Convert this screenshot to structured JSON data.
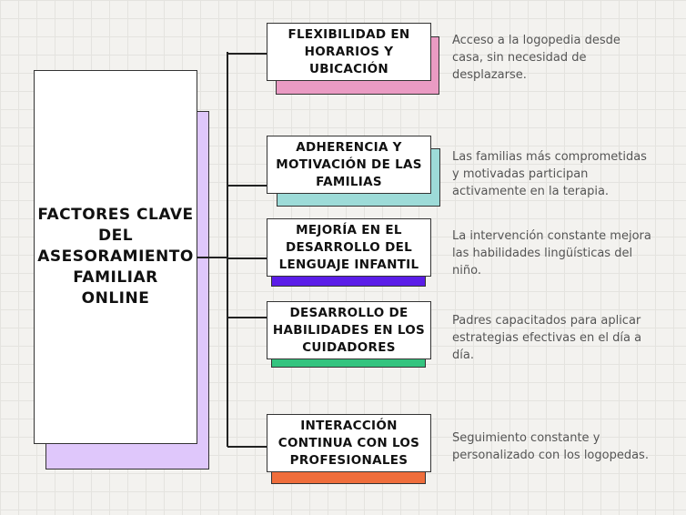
{
  "main_title": "FACTORES CLAVE DEL ASESORAMIENTO FAMILIAR ONLINE",
  "factors": [
    {
      "title": "FLEXIBILIDAD EN HORARIOS Y UBICACIÓN",
      "description": "Acceso a la logopedia desde casa, sin necesidad de desplazarse.",
      "color": "#ea9bc3"
    },
    {
      "title": "ADHERENCIA Y MOTIVACIÓN DE LAS FAMILIAS",
      "description": "Las familias más comprometidas y motivadas participan activamente en la terapia.",
      "color": "#9ddbd8"
    },
    {
      "title": "MEJORÍA EN EL DESARROLLO DEL LENGUAJE INFANTIL",
      "description": "La intervención constante mejora las habilidades lingüísticas del niño.",
      "color": "#5b1de8"
    },
    {
      "title": "DESARROLLO DE HABILIDADES EN LOS CUIDADORES",
      "description": "Padres capacitados para aplicar estrategias efectivas en el día a día.",
      "color": "#34c47f"
    },
    {
      "title": "INTERACCIÓN CONTINUA CON LOS PROFESIONALES",
      "description": "Seguimiento constante y personalizado con los logopedas.",
      "color": "#ef6d3b"
    }
  ],
  "main_shadow_color": "#dfc7fb"
}
